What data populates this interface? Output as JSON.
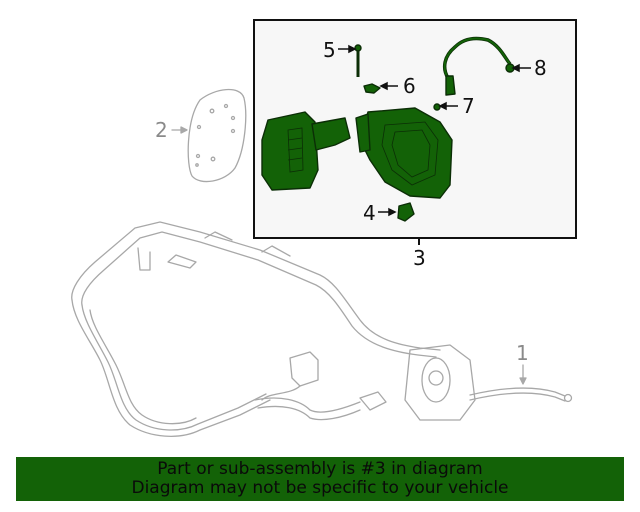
{
  "diagram": {
    "callouts": [
      {
        "id": "1",
        "label": "1",
        "highlighted": false
      },
      {
        "id": "2",
        "label": "2",
        "highlighted": false
      },
      {
        "id": "3",
        "label": "3",
        "highlighted": true
      },
      {
        "id": "4",
        "label": "4",
        "highlighted": true
      },
      {
        "id": "5",
        "label": "5",
        "highlighted": true
      },
      {
        "id": "6",
        "label": "6",
        "highlighted": true
      },
      {
        "id": "7",
        "label": "7",
        "highlighted": true
      },
      {
        "id": "8",
        "label": "8",
        "highlighted": true
      }
    ],
    "colors": {
      "highlight": "#136207",
      "highlight_stroke": "#0b2e06",
      "line_grey": "#a8a8a8",
      "label_grey": "#8a8a8a",
      "inset_bg": "#f7f7f7",
      "inset_border": "#111111"
    }
  },
  "banner": {
    "line1": "Part or sub-assembly is #3 in diagram",
    "line2": "Diagram may not be specific to your vehicle",
    "color": "#136207"
  }
}
